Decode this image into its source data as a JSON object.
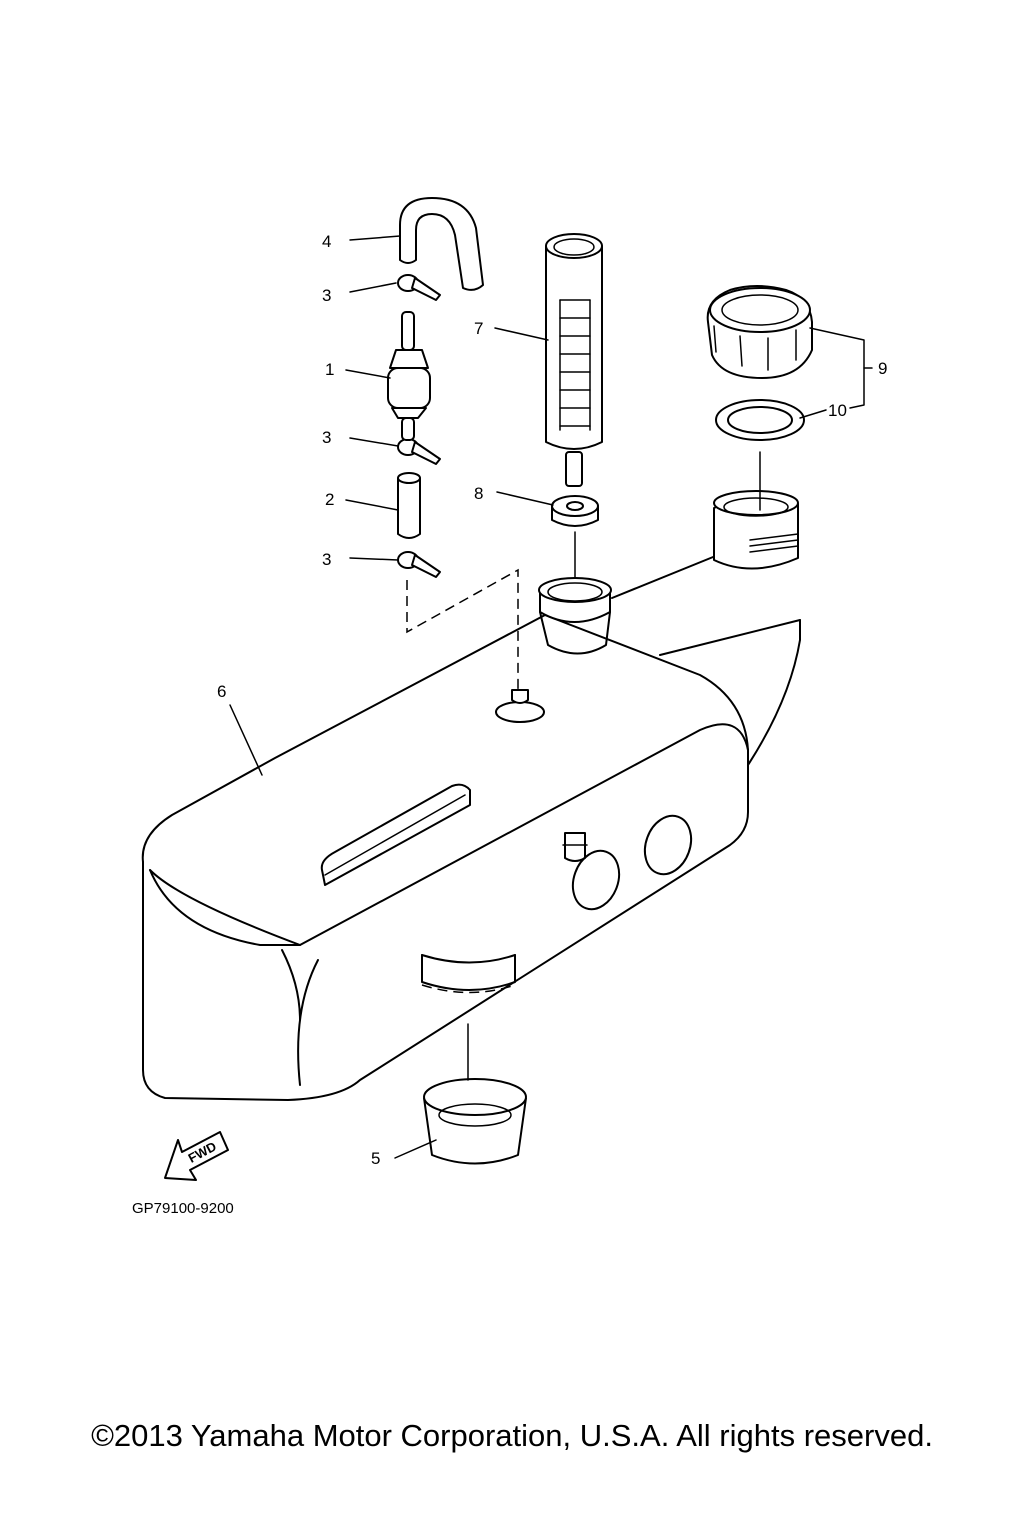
{
  "diagram": {
    "callouts": {
      "p1": "1",
      "p2": "2",
      "p3a": "3",
      "p3b": "3",
      "p3c": "3",
      "p4": "4",
      "p5": "5",
      "p6": "6",
      "p7": "7",
      "p8": "8",
      "p9": "9",
      "p10": "10"
    },
    "fwd_label": "FWD",
    "figure_code": "GP79100-9200"
  },
  "footer": {
    "copyright": "©2013 Yamaha Motor Corporation, U.S.A. All rights reserved."
  }
}
